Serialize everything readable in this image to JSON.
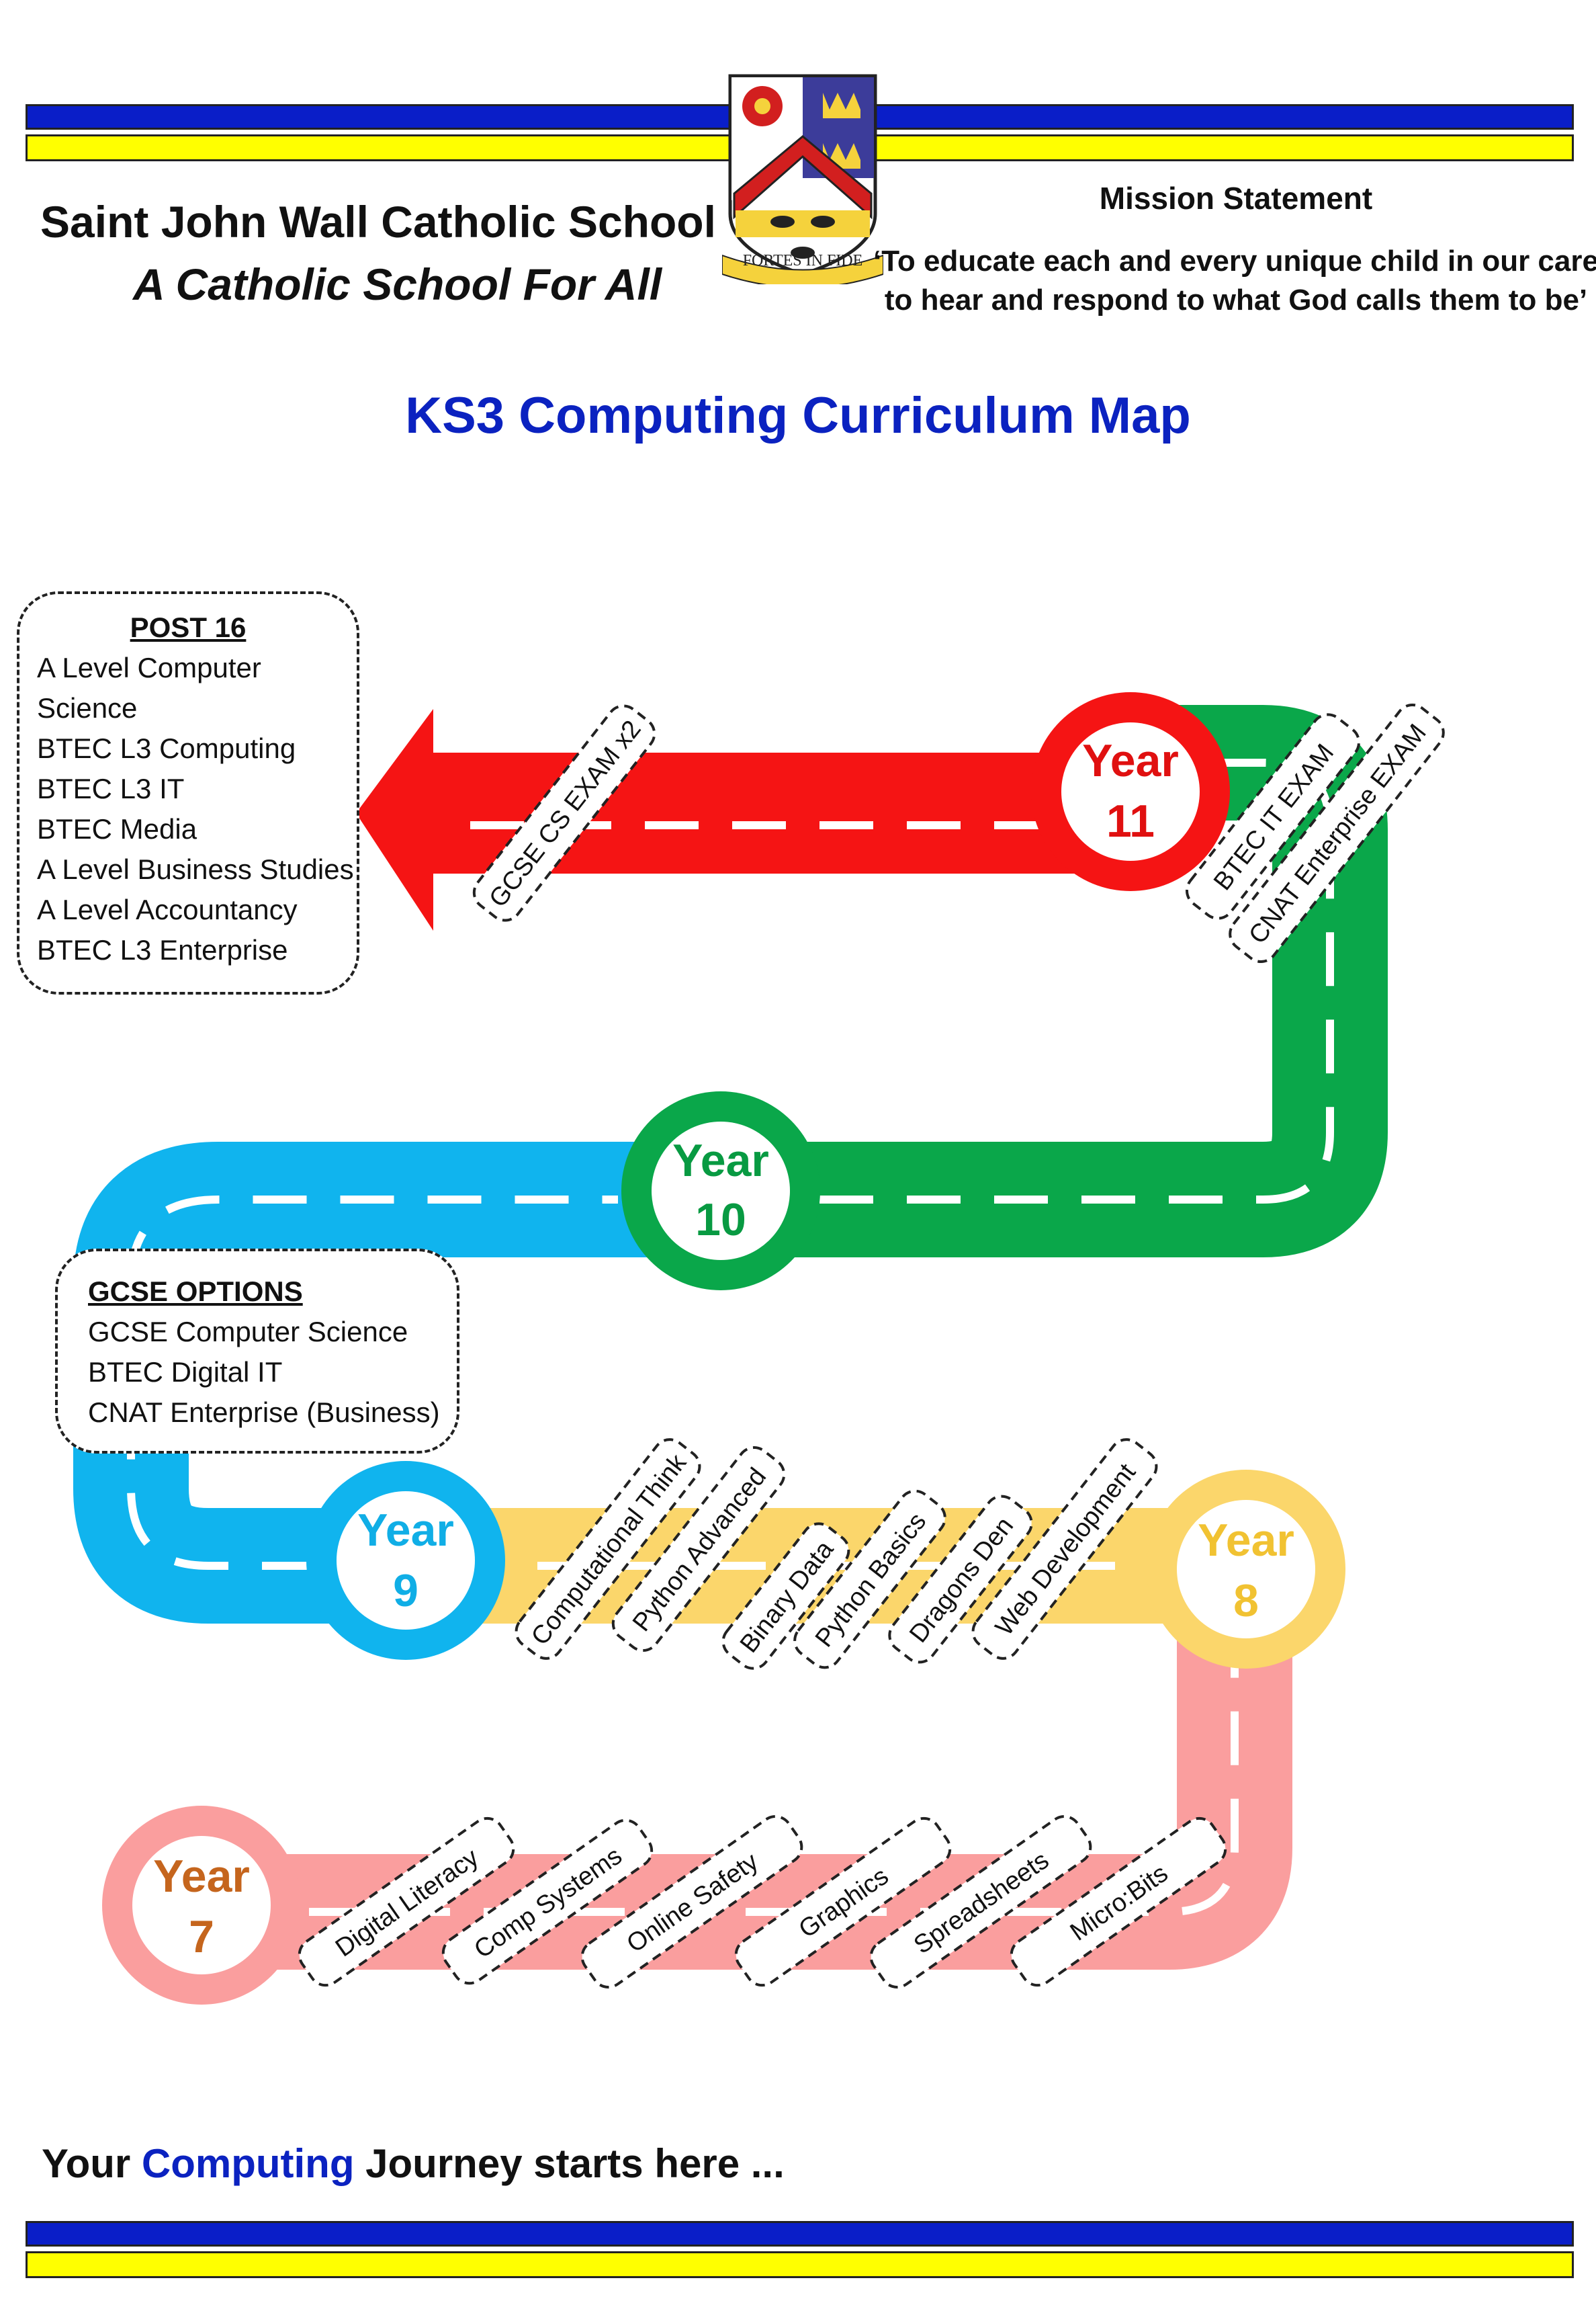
{
  "header": {
    "school_name": "Saint John Wall Catholic School",
    "school_motto": "A Catholic School For All",
    "crest_text": "FORTES IN FIDE",
    "mission_title": "Mission Statement",
    "mission_line1": "‘To educate each and every unique child in our care",
    "mission_line2": "to hear and respond to what God calls them to be’"
  },
  "title": "KS3 Computing Curriculum Map",
  "years": {
    "y11": {
      "label": "Year",
      "number": "11"
    },
    "y10": {
      "label": "Year",
      "number": "10"
    },
    "y9": {
      "label": "Year",
      "number": "9"
    },
    "y8": {
      "label": "Year",
      "number": "8"
    },
    "y7": {
      "label": "Year",
      "number": "7"
    }
  },
  "post16": {
    "title": "POST 16",
    "items": [
      "A Level Computer",
      "Science",
      "BTEC L3 Computing",
      "BTEC L3 IT",
      "BTEC Media",
      "A Level Business Studies",
      "A Level Accountancy",
      "BTEC L3 Enterprise"
    ]
  },
  "gcse_options": {
    "title": "GCSE OPTIONS",
    "items": [
      "GCSE Computer Science",
      "BTEC Digital IT",
      "CNAT Enterprise (Business)"
    ]
  },
  "exam_tags": {
    "gcse_cs": "GCSE CS EXAM x2",
    "btec_it": "BTEC IT EXAM",
    "cnat": "CNAT Enterprise EXAM"
  },
  "year8_topics": [
    "Computational Think",
    "Python Advanced",
    "Binary Data",
    "Python Basics",
    "Dragons Den",
    "Web Development"
  ],
  "year7_topics": [
    "Digital Literacy",
    "Comp Systems",
    "Online Safety",
    "Graphics",
    "Spreadsheets",
    "Micro:Bits"
  ],
  "footer": {
    "prefix": "Your ",
    "highlight": "Computing",
    "suffix": " Journey starts here ..."
  },
  "colors": {
    "blue_bar": "#0a1ec8",
    "yellow_bar": "#ffff00",
    "title_blue": "#0b22c0",
    "year11_red": "#f51414",
    "year10_green": "#0aa74a",
    "year9_cyan": "#10b4ee",
    "year8_gold": "#fbd66b",
    "year7_pink": "#fa9e9e"
  }
}
